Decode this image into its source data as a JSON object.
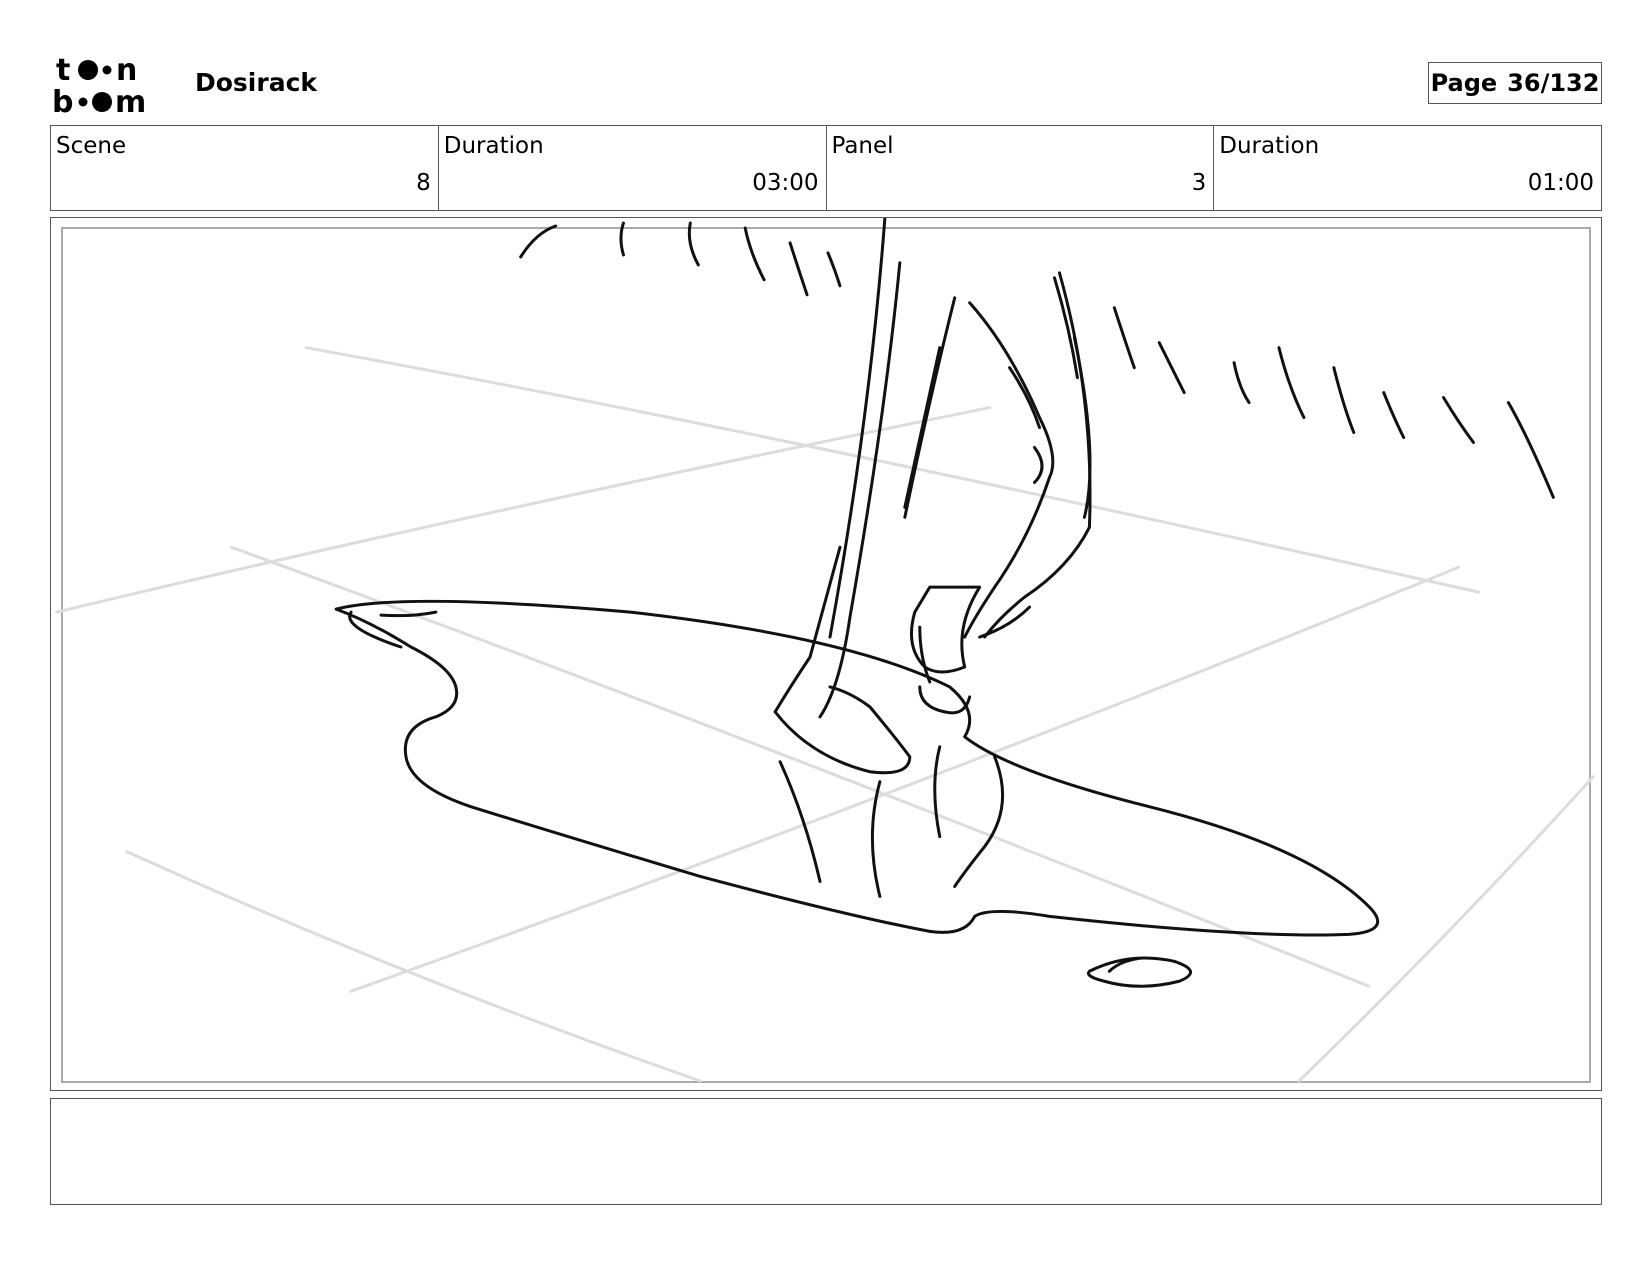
{
  "header": {
    "logo_text": "toon boom",
    "project_title": "Dosirack",
    "page_label": "Page",
    "page_number": "36/132"
  },
  "info": [
    {
      "label": "Scene",
      "value": "8"
    },
    {
      "label": "Duration",
      "value": "03:00"
    },
    {
      "label": "Panel",
      "value": "3"
    },
    {
      "label": "Duration",
      "value": "01:00"
    }
  ],
  "notes": {
    "text": ""
  }
}
